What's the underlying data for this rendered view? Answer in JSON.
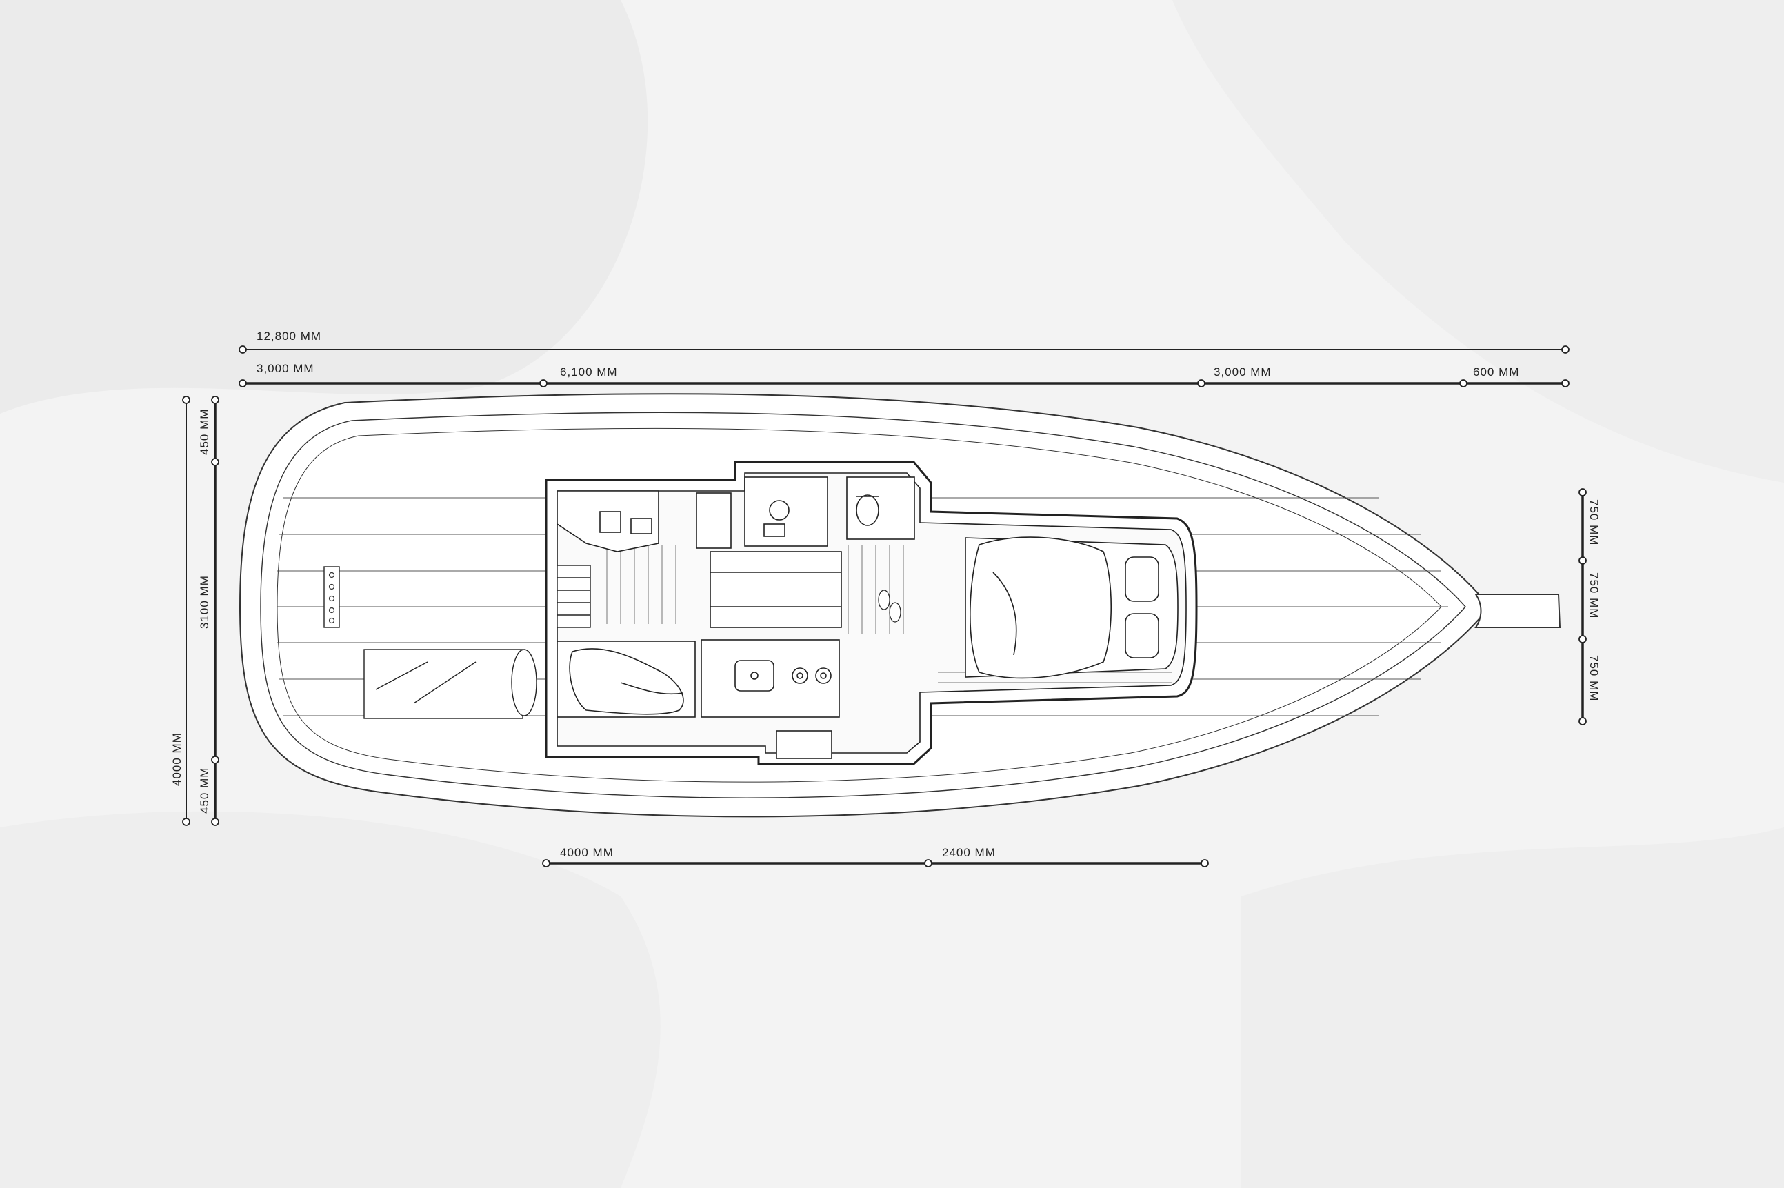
{
  "dimensions": {
    "overall_length": "12,800 MM",
    "segment_stern": "3,000 MM",
    "segment_cabin": "6,100 MM",
    "segment_bow_deck": "3,000 MM",
    "segment_bowsprit": "600 MM",
    "beam_total": "4000 MM",
    "beam_side_top": "450 MM",
    "beam_cabin": "3100 MM",
    "beam_side_bottom": "450 MM",
    "bow_width_1": "750 MM",
    "bow_width_2": "750 MM",
    "bow_width_3": "750 MM",
    "cabin_aft": "4000 MM",
    "cabin_fwd": "2400 MM"
  },
  "colors": {
    "background": "#f3f3f3",
    "line": "#222222",
    "fill": "#ffffff"
  }
}
